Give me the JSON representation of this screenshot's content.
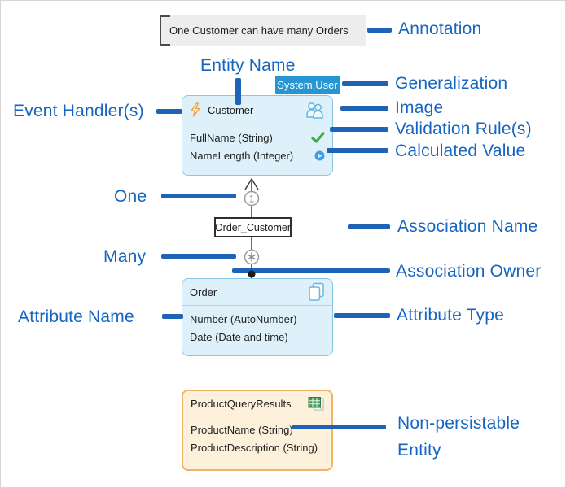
{
  "colors": {
    "label_blue": "#1565c1",
    "connector_blue": "#1e63b5",
    "entity_blue_fill": "#def0fa",
    "entity_blue_border": "#88c7e8",
    "entity_orange_fill": "#fdf1dc",
    "entity_orange_border": "#f0b466",
    "badge_blue": "#2596d3",
    "annotation_gray": "#ededed",
    "validation_green": "#3aae47",
    "event_handler_orange": "#efa03c"
  },
  "annotation": {
    "text": "One Customer can have many Orders"
  },
  "callouts": {
    "annotation": "Annotation",
    "entity_name": "Entity Name",
    "generalization": "Generalization",
    "event_handlers": "Event Handler(s)",
    "image": "Image",
    "validation_rules": "Validation Rule(s)",
    "calculated_value": "Calculated Value",
    "one": "One",
    "association_name": "Association Name",
    "many": "Many",
    "association_owner": "Association Owner",
    "attribute_name": "Attribute Name",
    "attribute_type": "Attribute Type",
    "non_persistable_line1": "Non-persistable",
    "non_persistable_line2": "Entity"
  },
  "customer": {
    "name": "Customer",
    "generalization_badge": "System.User",
    "attributes": [
      {
        "text": "FullName (String)",
        "marker": "validation-rule"
      },
      {
        "text": "NameLength (Integer)",
        "marker": "calculated-value"
      }
    ]
  },
  "association": {
    "name": "Order_Customer",
    "one_symbol": "1",
    "many_symbol": "*"
  },
  "order": {
    "name": "Order",
    "attributes": [
      {
        "text": "Number (AutoNumber)"
      },
      {
        "text": "Date (Date and time)"
      }
    ]
  },
  "product": {
    "name": "ProductQueryResults",
    "attributes": [
      {
        "text": "ProductName (String)"
      },
      {
        "text": "ProductDescription (String)"
      }
    ]
  }
}
